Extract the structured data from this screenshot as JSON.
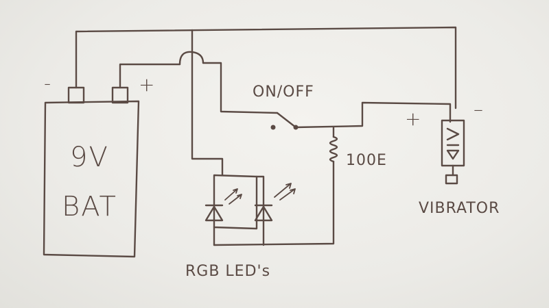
{
  "battery": {
    "line1": "9V",
    "line2": "BAT",
    "neg_sign": "-",
    "pos_sign": "+"
  },
  "switch": {
    "label": "ON/OFF"
  },
  "resistor": {
    "label": "100E"
  },
  "leds": {
    "label": "RGB LED's"
  },
  "vibrator": {
    "label": "VIBRATOR",
    "pos_sign": "+",
    "neg_sign": "–"
  }
}
